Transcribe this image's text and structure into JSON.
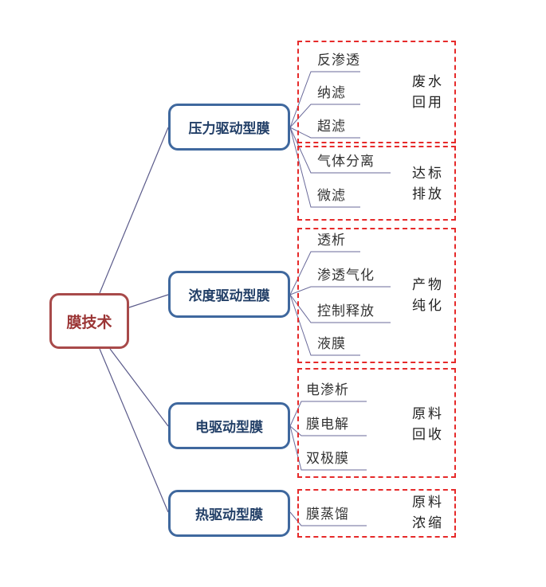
{
  "root": {
    "label": "膜技术"
  },
  "categories": [
    {
      "label": "压力驱动型膜"
    },
    {
      "label": "浓度驱动型膜"
    },
    {
      "label": "电驱动型膜"
    },
    {
      "label": "热驱动型膜"
    }
  ],
  "groups": [
    {
      "purpose_line1": "废水",
      "purpose_line2": "回用",
      "items": [
        "反渗透",
        "纳滤",
        "超滤"
      ]
    },
    {
      "purpose_line1": "达标",
      "purpose_line2": "排放",
      "items": [
        "气体分离",
        "微滤"
      ]
    },
    {
      "purpose_line1": "产物",
      "purpose_line2": "纯化",
      "items": [
        "透析",
        "渗透气化",
        "控制释放",
        "液膜"
      ]
    },
    {
      "purpose_line1": "原料",
      "purpose_line2": "回收",
      "items": [
        "电渗析",
        "膜电解",
        "双极膜"
      ]
    },
    {
      "purpose_line1": "原料",
      "purpose_line2": "浓缩",
      "items": [
        "膜蒸馏"
      ]
    }
  ],
  "colors": {
    "root_border": "#a84a4a",
    "category_border": "#3f689e",
    "connector": "#5a5a8a",
    "group_border": "#e62a2a"
  }
}
